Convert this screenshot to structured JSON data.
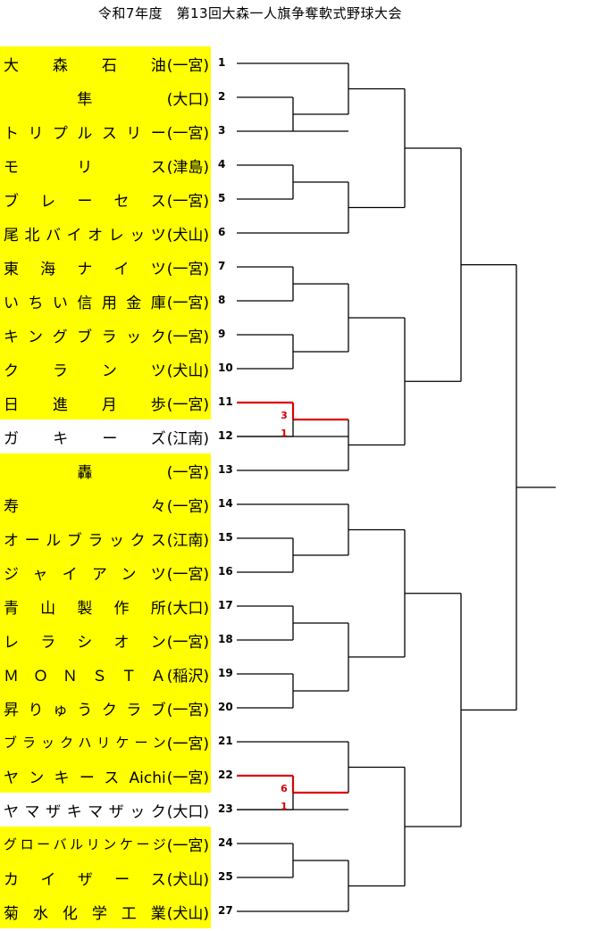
{
  "title": "令和7年度　第13回大森一人旗争奪軟式野球大会",
  "teams": [
    {
      "name": "大森石油",
      "area": "(一宮)",
      "num": "1",
      "hl": true,
      "align": "just"
    },
    {
      "name": "隼",
      "area": "(大口)",
      "num": "2",
      "hl": true,
      "align": "center"
    },
    {
      "name": "トリプルスリー",
      "area": "(一宮)",
      "num": "3",
      "hl": true,
      "align": "just"
    },
    {
      "name": "モリス",
      "area": "(津島)",
      "num": "4",
      "hl": true,
      "align": "just"
    },
    {
      "name": "ブレーセス",
      "area": "(一宮)",
      "num": "5",
      "hl": true,
      "align": "just"
    },
    {
      "name": "尾北バイオレッツ",
      "area": "(犬山)",
      "num": "6",
      "hl": true,
      "align": "just"
    },
    {
      "name": "東海ナイツ",
      "area": "(一宮)",
      "num": "7",
      "hl": true,
      "align": "just"
    },
    {
      "name": "いちい信用金庫",
      "area": "(一宮)",
      "num": "8",
      "hl": true,
      "align": "just"
    },
    {
      "name": "キングブラック",
      "area": "(一宮)",
      "num": "9",
      "hl": true,
      "align": "just"
    },
    {
      "name": "クランツ",
      "area": "(犬山)",
      "num": "10",
      "hl": true,
      "align": "just"
    },
    {
      "name": "日進月歩",
      "area": "(一宮)",
      "num": "11",
      "hl": true,
      "align": "just"
    },
    {
      "name": "ガキーズ",
      "area": "(江南)",
      "num": "12",
      "hl": false,
      "align": "just"
    },
    {
      "name": "轟",
      "area": "(一宮)",
      "num": "13",
      "hl": true,
      "align": "center"
    },
    {
      "name": "寿々",
      "area": "(一宮)",
      "num": "14",
      "hl": true,
      "align": "just"
    },
    {
      "name": "オールブラックス",
      "area": "(江南)",
      "num": "15",
      "hl": true,
      "align": "just"
    },
    {
      "name": "ジャイアンツ",
      "area": "(一宮)",
      "num": "16",
      "hl": true,
      "align": "just"
    },
    {
      "name": "青山製作所",
      "area": "(大口)",
      "num": "17",
      "hl": true,
      "align": "just"
    },
    {
      "name": "レラシオン",
      "area": "(一宮)",
      "num": "18",
      "hl": true,
      "align": "just"
    },
    {
      "name": "ＭＯＮＳＴＡ",
      "area": "(稲沢)",
      "num": "19",
      "hl": true,
      "align": "just"
    },
    {
      "name": "昇りゅうクラブ",
      "area": "(一宮)",
      "num": "20",
      "hl": true,
      "align": "just"
    },
    {
      "name": "ブラックハリケーン",
      "area": "(一宮)",
      "num": "21",
      "hl": true,
      "align": "just small"
    },
    {
      "name": "ヤンキースAichi",
      "area": "(一宮)",
      "num": "22",
      "hl": true,
      "align": "just"
    },
    {
      "name": "ヤマザキマザック",
      "area": "(大口)",
      "num": "23",
      "hl": false,
      "align": "just"
    },
    {
      "name": "グローバルリンケージ",
      "area": "(一宮)",
      "num": "24",
      "hl": true,
      "align": "just small"
    },
    {
      "name": "カイザース",
      "area": "(犬山)",
      "num": "25",
      "hl": true,
      "align": "just"
    },
    {
      "name": "菊水化学工業",
      "area": "(犬山)",
      "num": "27",
      "hl": true,
      "align": "just"
    }
  ],
  "results": [
    {
      "winner_score": "3",
      "loser_score": "1",
      "winner_line": "11"
    },
    {
      "winner_score": "6",
      "loser_score": "1",
      "winner_line": "22"
    }
  ],
  "colors": {
    "highlight": "#ffff00",
    "winner_line": "#dd0000",
    "score": "#cc0000"
  }
}
